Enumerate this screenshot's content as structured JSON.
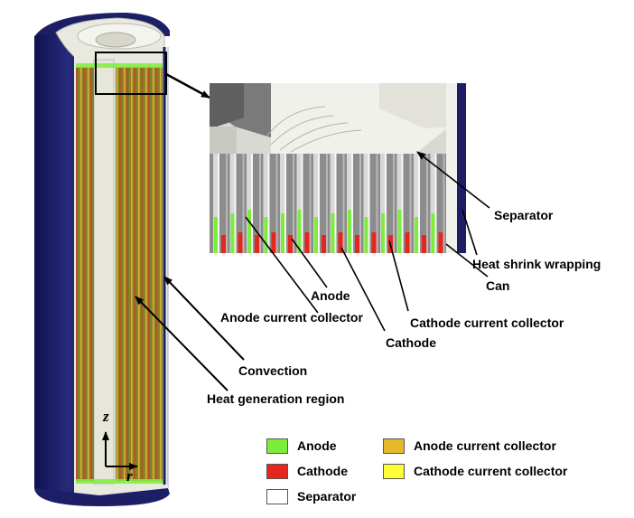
{
  "labels": {
    "separator": "Separator",
    "heat_shrink_wrapping": "Heat shrink wrapping",
    "can": "Can",
    "anode": "Anode",
    "anode_current_collector": "Anode current collector",
    "cathode_current_collector": "Cathode current collector",
    "cathode": "Cathode",
    "convection": "Convection",
    "heat_generation_region": "Heat generation region"
  },
  "axes": {
    "z": "z",
    "r": "r"
  },
  "legend": [
    {
      "label": "Anode",
      "color": "#7ded3c"
    },
    {
      "label": "Anode current collector",
      "color": "#e6b82c"
    },
    {
      "label": "Cathode",
      "color": "#e4261d"
    },
    {
      "label": "Cathode current collector",
      "color": "#ffff33"
    },
    {
      "label": "Separator",
      "color": "#ffffff"
    }
  ],
  "colors": {
    "can": "#1c1f66",
    "inner_white": "#e9eadf",
    "electrode_olive": "#8f8324",
    "anode": "#7ded3c",
    "cathode": "#e4261d",
    "grey_dark": "#6b6b6b",
    "grey_light": "#c8c8c8"
  }
}
